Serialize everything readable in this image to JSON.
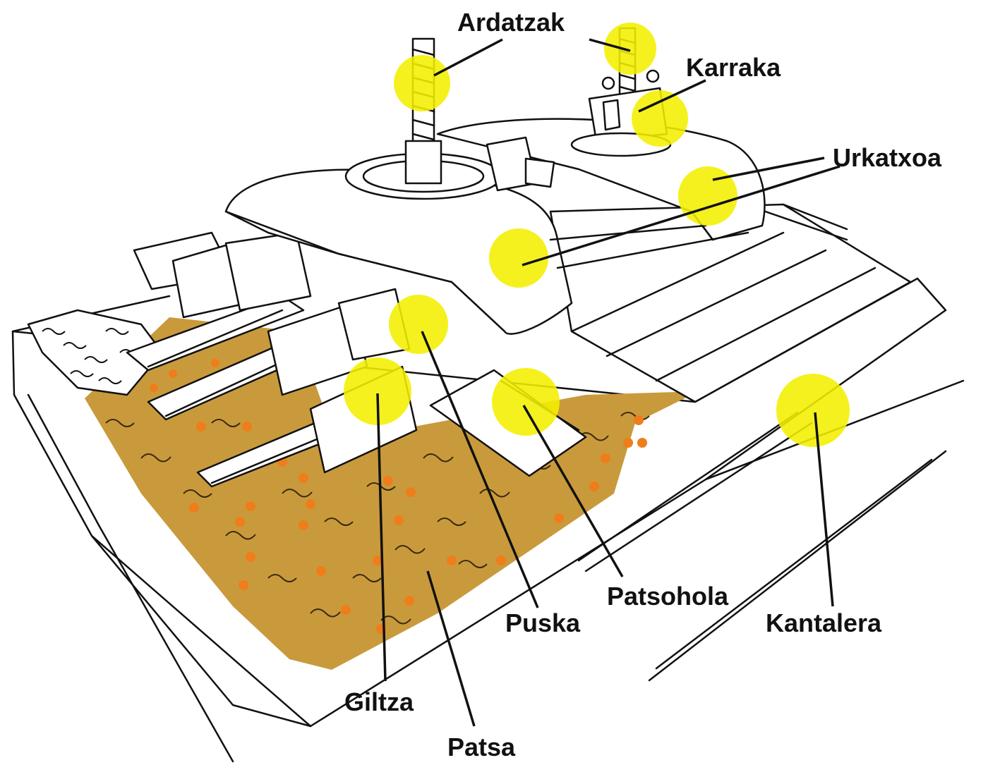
{
  "colors": {
    "highlight": "#f4ef00",
    "ballast": "#c99a3c",
    "ballast_dots": "#ef7d1a",
    "ink": "#111111"
  },
  "labels": {
    "ardatzak": "Ardatzak",
    "karraka": "Karraka",
    "urkatxoa": "Urkatxoa",
    "puska": "Puska",
    "patsohola": "Patsohola",
    "kantalera": "Kantalera",
    "giltza": "Giltza",
    "patsa": "Patsa"
  }
}
